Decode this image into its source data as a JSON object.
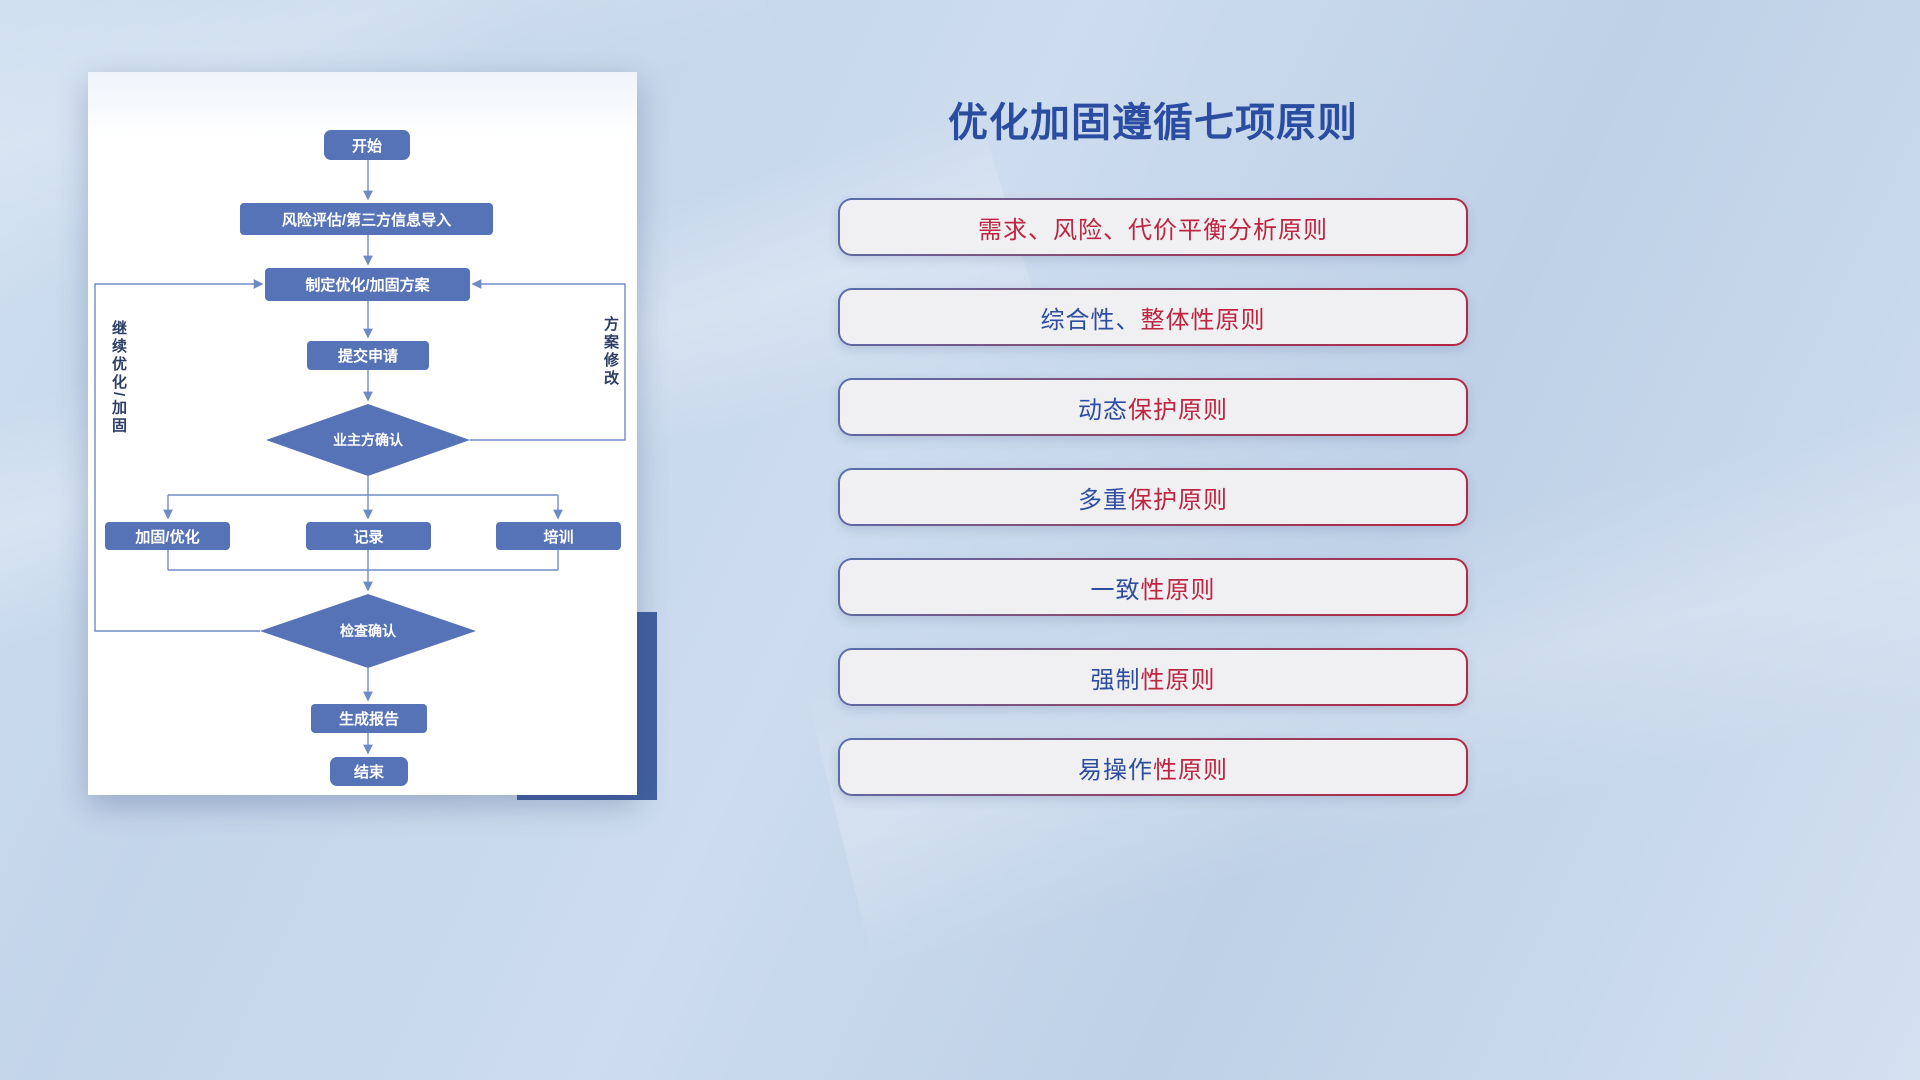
{
  "title": "优化加固遵循七项原则",
  "flowchart": {
    "nodes": {
      "start": "开始",
      "risk_import": "风险评估/第三方信息导入",
      "make_plan": "制定优化/加固方案",
      "submit": "提交申请",
      "owner_confirm": "业主方确认",
      "harden": "加固/优化",
      "record": "记录",
      "train": "培训",
      "check_confirm": "检查确认",
      "report": "生成报告",
      "end": "结束"
    },
    "loop_labels": {
      "left": "继续优化/加固",
      "right": "方案修改"
    }
  },
  "principles": [
    {
      "segments": [
        {
          "text": "需求、风险、代价平衡分析原则",
          "color": "red"
        }
      ]
    },
    {
      "segments": [
        {
          "text": "综合性、",
          "color": "blue"
        },
        {
          "text": "整体性原则",
          "color": "red"
        }
      ]
    },
    {
      "segments": [
        {
          "text": "动态",
          "color": "blue"
        },
        {
          "text": "保护原则",
          "color": "red"
        }
      ]
    },
    {
      "segments": [
        {
          "text": "多重",
          "color": "blue"
        },
        {
          "text": "保护原则",
          "color": "red"
        }
      ]
    },
    {
      "segments": [
        {
          "text": "一致",
          "color": "blue"
        },
        {
          "text": "性原则",
          "color": "red"
        }
      ]
    },
    {
      "segments": [
        {
          "text": "强制",
          "color": "blue"
        },
        {
          "text": "性原则",
          "color": "red"
        }
      ]
    },
    {
      "segments": [
        {
          "text": "易操作",
          "color": "blue"
        },
        {
          "text": "性原则",
          "color": "red"
        }
      ]
    }
  ],
  "colors": {
    "accent_blue": "#2d4da0",
    "accent_red": "#bf2440",
    "node_fill": "#5673b8",
    "connector_line": "#6e8bc7",
    "panel_bg": "#f0eff1",
    "shadow_block": "#42609f"
  }
}
